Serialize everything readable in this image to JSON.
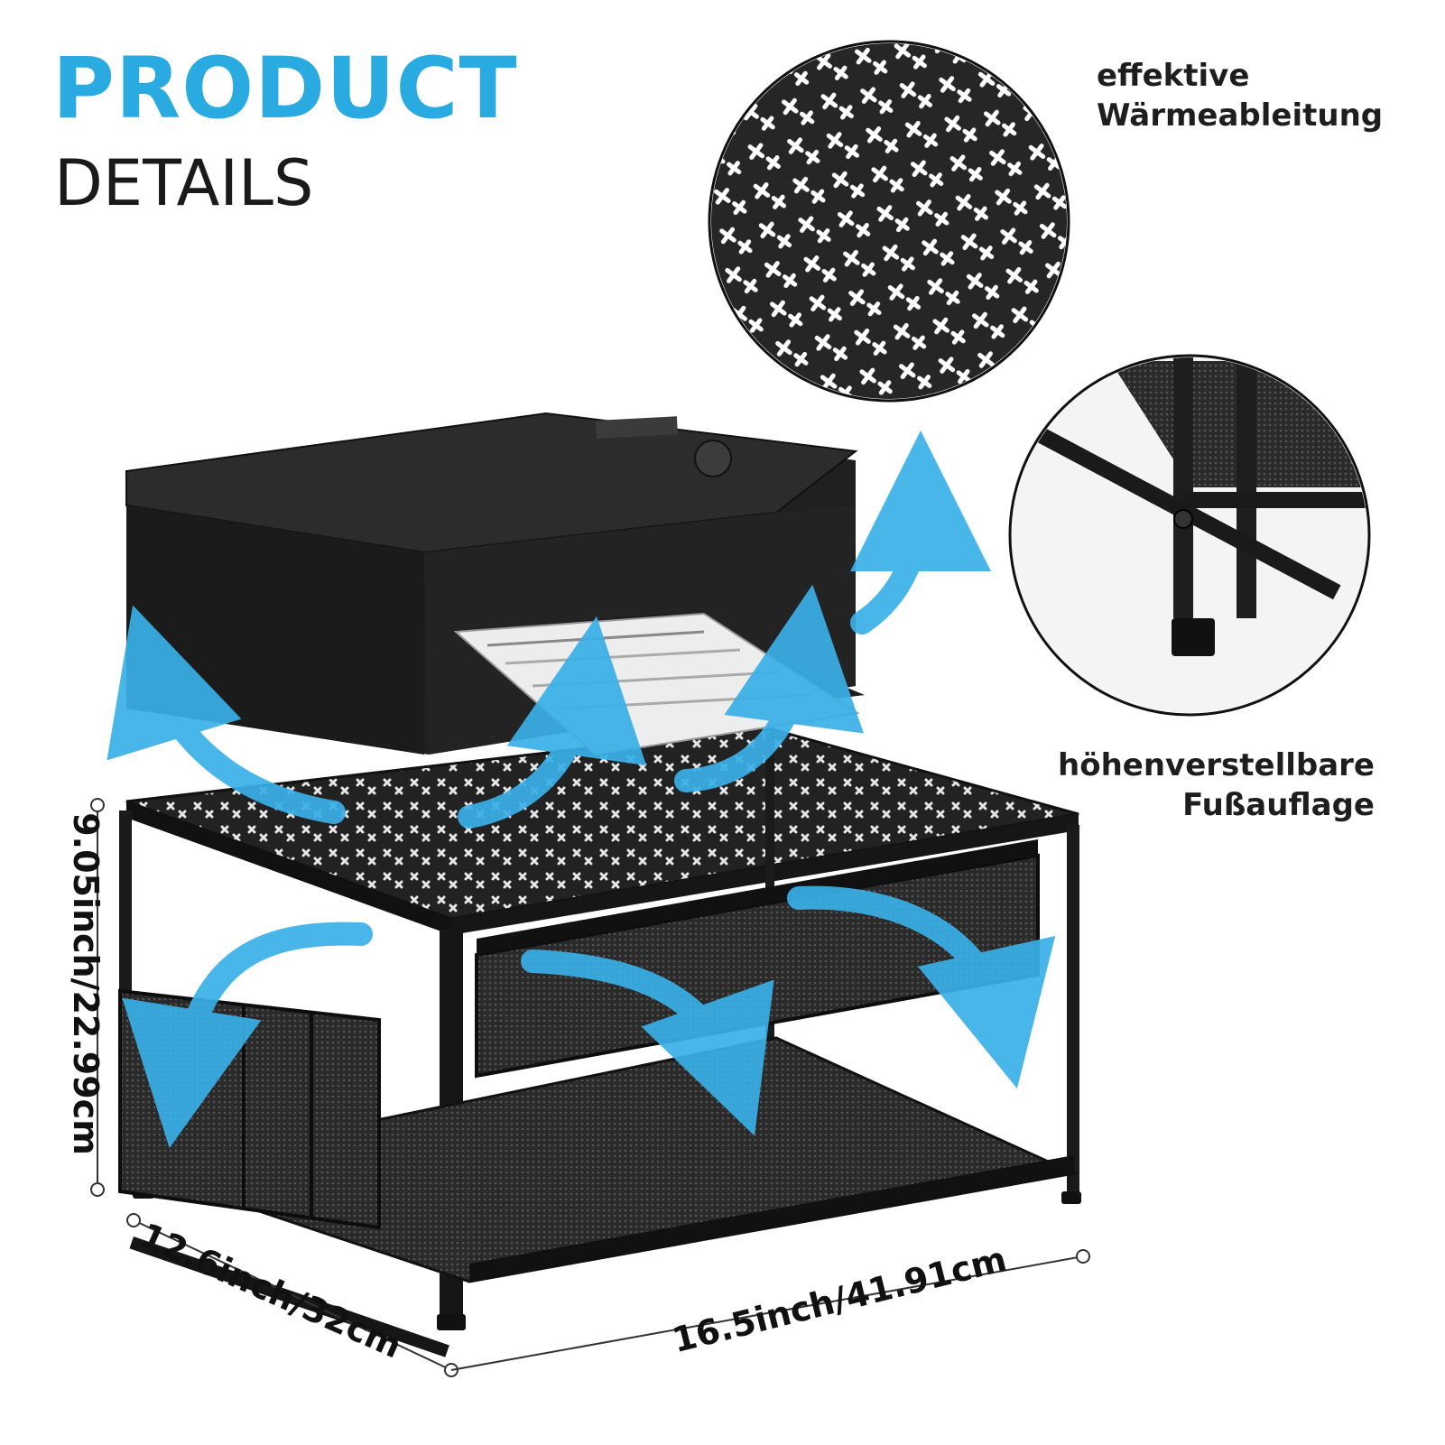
{
  "title": {
    "line1": "PRODUCT",
    "line2": "DETAILS"
  },
  "callouts": {
    "heat": {
      "line1": "effektive",
      "line2": "Wärmeableitung"
    },
    "feet": {
      "line1": "höhenverstellbare",
      "line2": "Fußauflage"
    }
  },
  "dimensions": {
    "height": "9.05inch/22.99cm",
    "depth": "12.6inch/32cm",
    "width": "16.5inch/41.91cm"
  },
  "colors": {
    "accent": "#29abe2",
    "product": "#1c1c1c",
    "text": "#1a1a1a"
  }
}
